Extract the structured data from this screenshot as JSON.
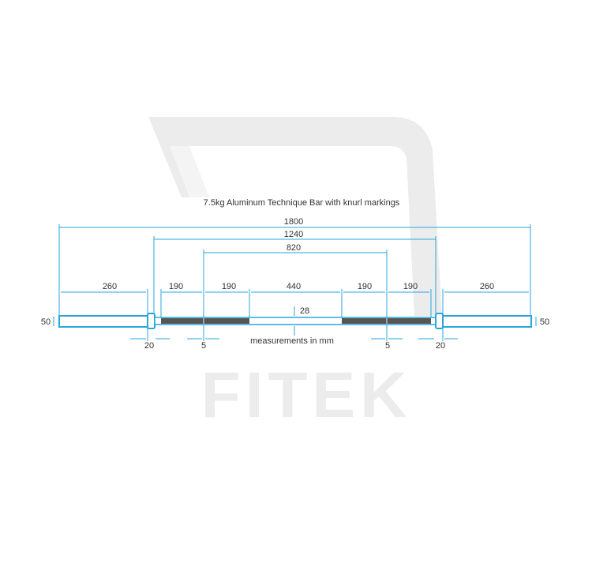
{
  "title": "7.5kg Aluminum Technique Bar with knurl markings",
  "watermark": "FITEK",
  "unit_note": "measurements in mm",
  "colors": {
    "line": "#2aa6dc",
    "knurl": "#555555",
    "watermark": "#ececec"
  },
  "dims": {
    "total": "1800",
    "between_collars": "1240",
    "knurl_marks": "820",
    "sleeve_left": "260",
    "knurl_left_outer": "190",
    "knurl_left_inner": "190",
    "center": "440",
    "knurl_right_inner": "190",
    "knurl_right_outer": "190",
    "sleeve_right": "260",
    "shaft_diameter": "28",
    "sleeve_diameter_left": "50",
    "sleeve_diameter_right": "50",
    "collar_left": "20",
    "mark_left": "5",
    "mark_right": "5",
    "collar_right": "20"
  }
}
